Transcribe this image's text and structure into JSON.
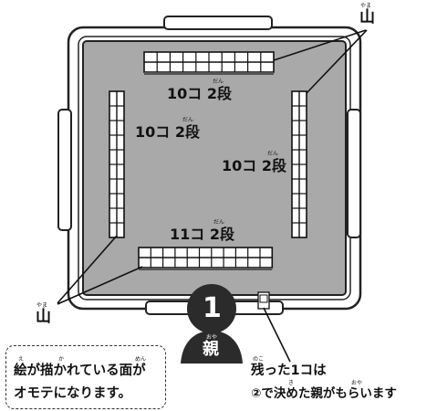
{
  "labels": {
    "yama_top": "山",
    "yama_top_ruby": "やま",
    "yama_bottom": "山",
    "yama_bottom_ruby": "やま",
    "stack_top": "10コ 2段",
    "stack_left": "10コ 2段",
    "stack_right": "10コ 2段",
    "stack_bottom": "11コ 2段",
    "dan_ruby": "だん",
    "dealer_number": "1",
    "dealer_label": "親",
    "dealer_ruby": "おや"
  },
  "note_left": {
    "line1": "絵が描かれている面が",
    "line2": "オモテになります。",
    "ruby_e": "え",
    "ruby_ka": "か",
    "ruby_men": "めん"
  },
  "note_right": {
    "line1": "残った1コは",
    "line2": "②で決めた親がもらいます",
    "ruby_noko": "のこ",
    "ruby_ki": "き",
    "ruby_oya": "おや"
  }
}
